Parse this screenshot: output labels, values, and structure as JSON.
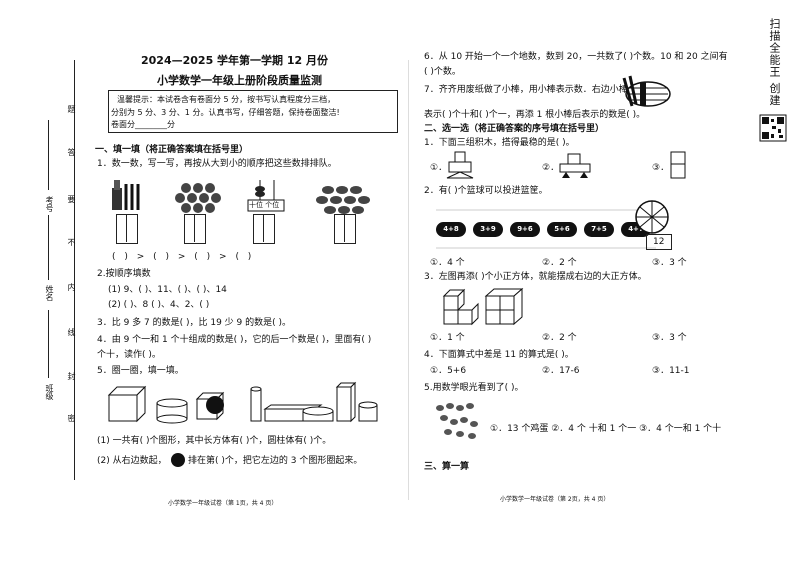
{
  "binding": {
    "labels": [
      "题",
      "答",
      "要",
      "不",
      "内",
      "线",
      "封",
      "密"
    ],
    "fields": [
      "考号",
      "姓名",
      "班级"
    ]
  },
  "left": {
    "title": "2024—2025 学年第一学期 12 月份",
    "subtitle": "小学数学一年级上册阶段质量监测",
    "notice_1": "温馨提示：本试卷含有卷面分 5 分，按书写认真程度分三档，",
    "notice_2": "分别为 5 分、3 分、1 分。认真书写，仔细答题，保持卷面整洁!",
    "notice_3": "卷面分________分",
    "sec1": "一、填一填（将正确答案填在括号里）",
    "q1": "1．数一数，写一写，再按从大到小的顺序把这些数排排队。",
    "q1_abacus_label": "十位 个位",
    "q1_order": "(      ) > (      ) > (      ) > (      )",
    "q2": "2.按顺序填数",
    "q2_a": "(1) 9、(    )、11、(    )、(    )、14",
    "q2_b": "(2) (    )、8 (    )、4、2、(    )",
    "q3": "3．比 9 多 7 的数是(    )，比 19 少 9 的数是(    )。",
    "q4": "4．由 9 个一和 1 个十组成的数是(    )，它的后一个数是(    )，里面有(    )",
    "q4_b": "个十，读作(         )。",
    "q5": "5．圈一圈，填一填。",
    "q5_a": "(1) 一共有(    )个图形，其中长方体有(    )个，圆柱体有(    )个。",
    "q5_b_1": "(2) 从右边数起，",
    "q5_b_2": "排在第(    )个，把它左边的 3 个图形圈起来。",
    "footer": "小学数学一年级试卷（第 1页，共 4 页）"
  },
  "right": {
    "q6": "6．从 10 开始一个一个地数，数到 20，一共数了(      )个数。10 和 20 之间有",
    "q6_b": "(      )个数。",
    "q7": "7．齐齐用废纸做了小棒，用小棒表示数．右边小棒",
    "q7_b": "表示(    )个十和(    )个一，再添 1 根小棒后表示的数是(    )。",
    "sec2": "二、选一选（将正确答案的序号填在括号里）",
    "s1": "1．下面三组积木，搭得最稳的是(      )。",
    "s2": "2．有(    )个篮球可以投进篮筐。",
    "s2_pills": [
      "4+8",
      "3+9",
      "9+6",
      "5+6",
      "7+5",
      "4+7"
    ],
    "s2_target": "12",
    "s2_opts": [
      "①．4 个",
      "②．2 个",
      "③．3 个"
    ],
    "s3": "3．左图再添(    )个小正方体，就能摆成右边的大正方体。",
    "s3_opts": [
      "①．1 个",
      "②．2 个",
      "③．3 个"
    ],
    "s4": "4．下面算式中差是 11 的算式是(      )。",
    "s4_opts": [
      "①．5+6",
      "②．17-6",
      "③．11-1"
    ],
    "s5": "5.用数学眼光看到了(      )。",
    "s5_opts": "①．13 个鸡蛋   ②．4 个 十和 1 个一   ③．4 个一和 1 个十",
    "opt_marks": [
      "①．",
      "②．",
      "③．"
    ],
    "sec3": "三、算一算",
    "footer": "小学数学一年级试卷（第 2页，共 4 页）"
  },
  "side_text": "扫描全能王 创建"
}
